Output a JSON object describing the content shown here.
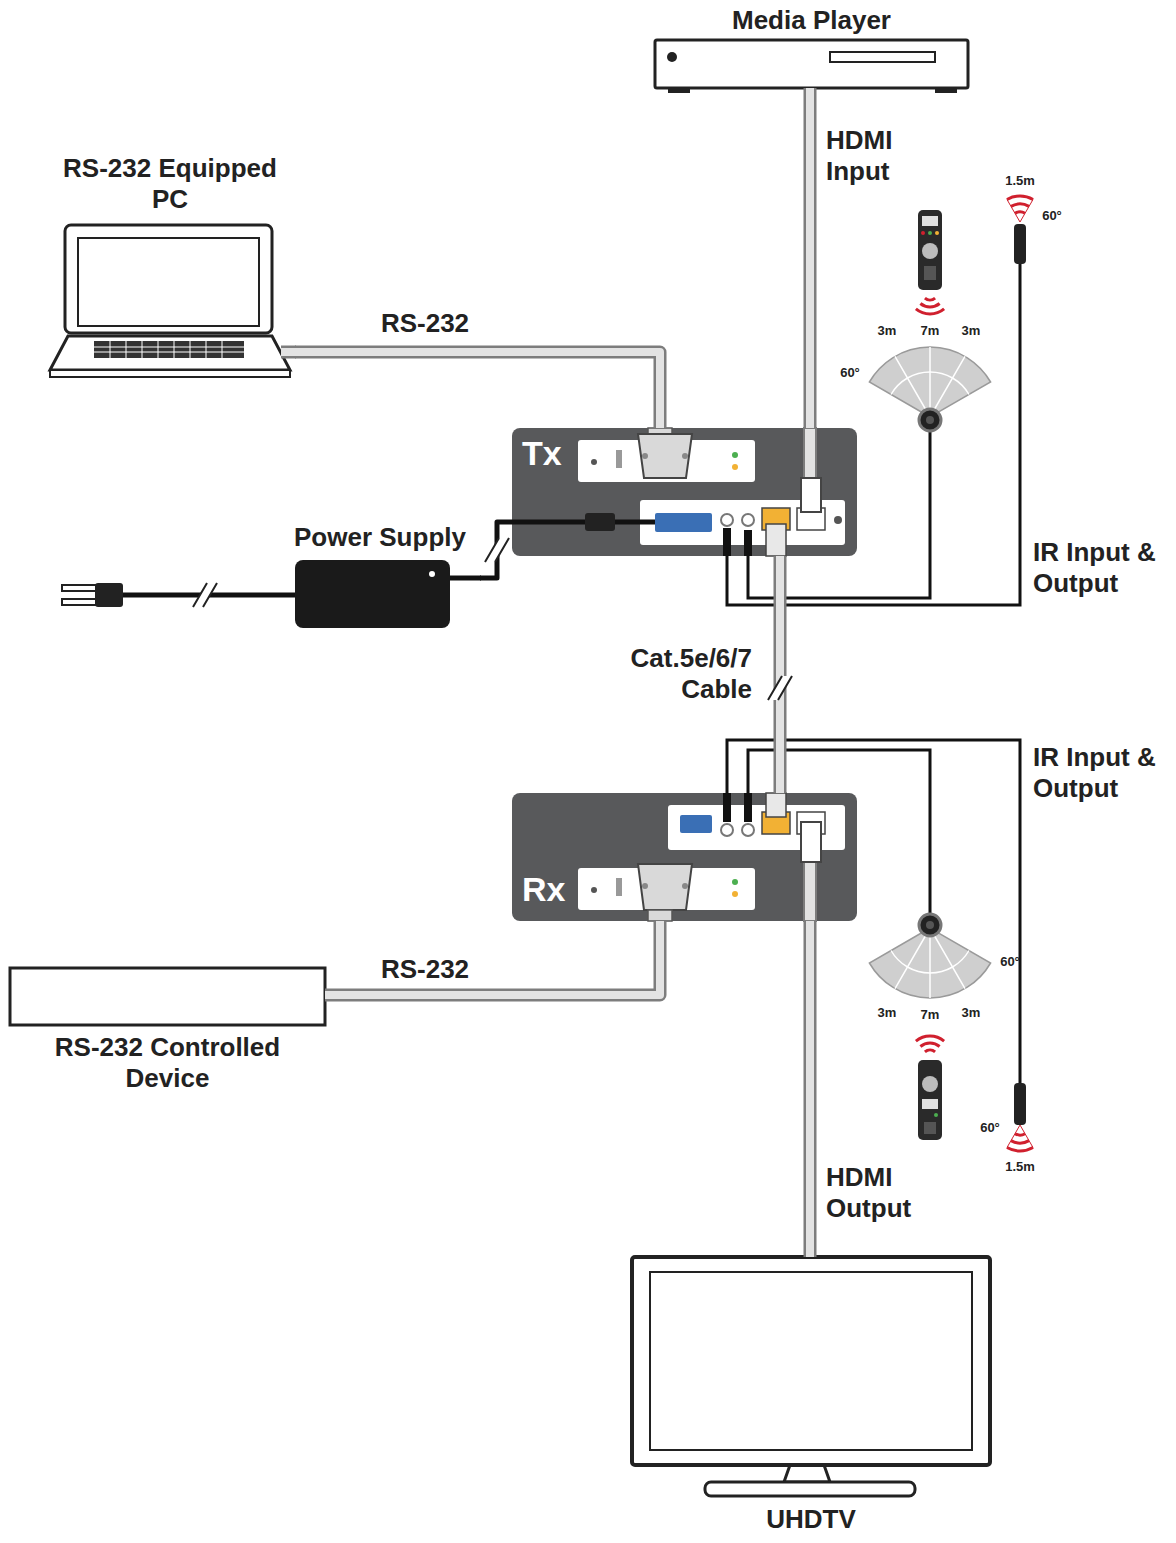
{
  "diagram": {
    "nodes": [
      {
        "text": [
          "Media Player"
        ]
      },
      {
        "text": [
          "RS-232 Equipped PC"
        ]
      },
      {
        "text": [
          "Tx"
        ]
      },
      {
        "text": [
          "Power Supply"
        ]
      },
      {
        "text": [
          "Rx"
        ]
      },
      {
        "text": [
          "RS-232 Controlled Device"
        ]
      },
      {
        "text": [
          "UHDTV"
        ]
      }
    ],
    "edges": [
      {
        "from": 0,
        "to": 2,
        "label": "HDMI Input",
        "arrow": "none"
      },
      {
        "from": 1,
        "to": 2,
        "label": "RS-232",
        "arrow": "none"
      },
      {
        "from": 3,
        "to": 2,
        "arrow": "none"
      },
      {
        "from": 2,
        "to": 4,
        "label": "Cat.5e/6/7 Cable",
        "arrow": "none"
      },
      {
        "from": 4,
        "to": 5,
        "label": "RS-232",
        "arrow": "none"
      },
      {
        "from": 4,
        "to": 6,
        "label": "HDMI Output",
        "arrow": "none"
      }
    ],
    "labels": [
      "1.5m",
      "60°",
      "3m",
      "7m",
      "3m",
      "60°",
      "IR Input & Output",
      "IR Input & Output",
      "60°",
      "3m",
      "7m",
      "3m",
      "60°",
      "1.5m"
    ]
  }
}
